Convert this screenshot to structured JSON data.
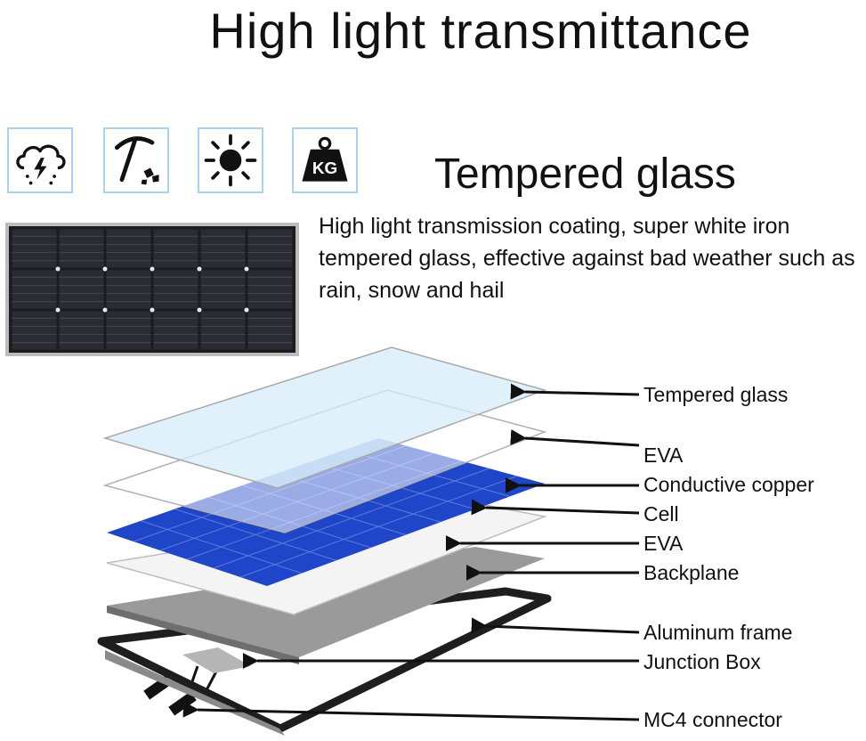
{
  "title": "High light transmittance",
  "feature_icons": [
    {
      "name": "storm-cloud-icon"
    },
    {
      "name": "pickaxe-icon"
    },
    {
      "name": "sun-icon"
    },
    {
      "name": "weight-kg-icon",
      "text": "KG"
    }
  ],
  "section": {
    "title": "Tempered glass",
    "description": "High light transmission coating, super white iron tempered glass, effective against bad weather such as rain, snow and hail"
  },
  "layers": [
    "Tempered glass",
    "EVA",
    "Conductive copper",
    "Cell",
    "EVA",
    "Backplane",
    "Aluminum frame",
    "Junction Box",
    "MC4 connector"
  ],
  "colors": {
    "glass": "#d6ecfa",
    "eva": "#f2f2f2",
    "cell": "#1f45c8",
    "backplane": "#9a9a9a",
    "frame": "#2a2a2a",
    "icon_border": "#a9d3ea"
  }
}
